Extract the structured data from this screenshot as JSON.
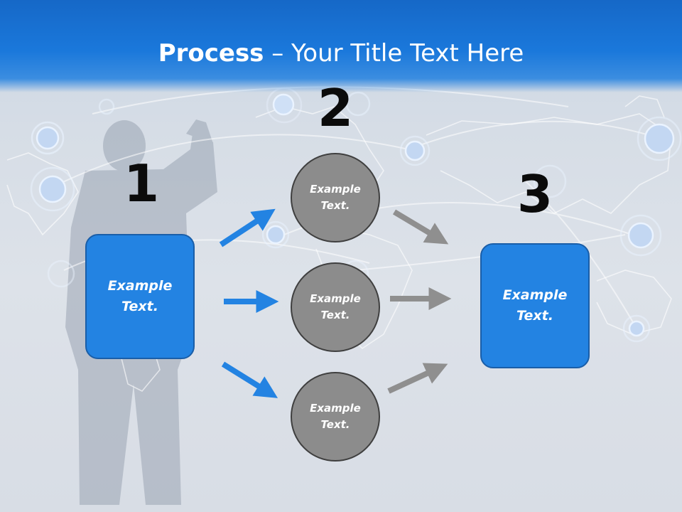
{
  "title": {
    "bold": "Process",
    "rest": " – Your Title Text Here"
  },
  "steps": [
    {
      "number": "1",
      "label_line1": "Example",
      "label_line2": "Text."
    },
    {
      "number": "2"
    },
    {
      "number": "3",
      "label_line1": "Example",
      "label_line2": "Text."
    }
  ],
  "circles": [
    {
      "label_line1": "Example",
      "label_line2": "Text."
    },
    {
      "label_line1": "Example",
      "label_line2": "Text."
    },
    {
      "label_line1": "Example",
      "label_line2": "Text."
    }
  ],
  "colors": {
    "header_blue": "#1a78db",
    "box_blue": "#2383e2",
    "box_border": "#1a5ea8",
    "circle_gray": "#8c8c8c",
    "arrow_blue": "#2383e2",
    "arrow_gray": "#8f8f8f"
  }
}
